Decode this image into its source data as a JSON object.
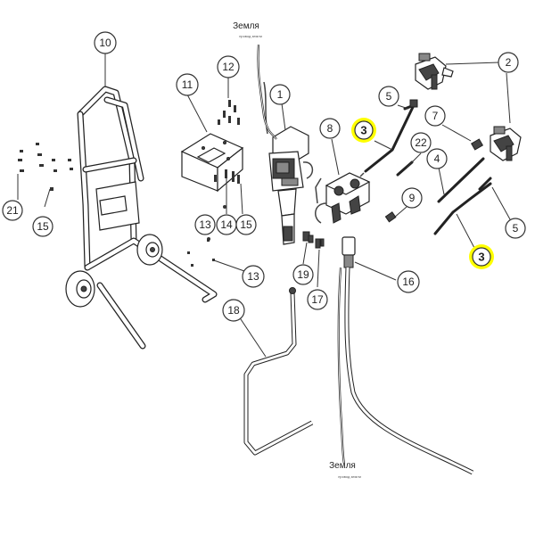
{
  "ground_labels": {
    "top": {
      "text": "Земля",
      "subtext": "провод земли"
    },
    "bottom": {
      "text": "Земля",
      "subtext": "провод земли"
    }
  },
  "callouts": [
    {
      "id": "c1",
      "label": "1",
      "highlight": false
    },
    {
      "id": "c2",
      "label": "2",
      "highlight": false
    },
    {
      "id": "c3a",
      "label": "3",
      "highlight": true
    },
    {
      "id": "c3b",
      "label": "3",
      "highlight": true
    },
    {
      "id": "c4",
      "label": "4",
      "highlight": false
    },
    {
      "id": "c5a",
      "label": "5",
      "highlight": false
    },
    {
      "id": "c5b",
      "label": "5",
      "highlight": false
    },
    {
      "id": "c7",
      "label": "7",
      "highlight": false
    },
    {
      "id": "c8",
      "label": "8",
      "highlight": false
    },
    {
      "id": "c9",
      "label": "9",
      "highlight": false
    },
    {
      "id": "c10",
      "label": "10",
      "highlight": false
    },
    {
      "id": "c11",
      "label": "11",
      "highlight": false
    },
    {
      "id": "c12",
      "label": "12",
      "highlight": false
    },
    {
      "id": "c13a",
      "label": "13",
      "highlight": false
    },
    {
      "id": "c13b",
      "label": "13",
      "highlight": false
    },
    {
      "id": "c14",
      "label": "14",
      "highlight": false
    },
    {
      "id": "c15a",
      "label": "15",
      "highlight": false
    },
    {
      "id": "c15b",
      "label": "15",
      "highlight": false
    },
    {
      "id": "c16",
      "label": "16",
      "highlight": false
    },
    {
      "id": "c17",
      "label": "17",
      "highlight": false
    },
    {
      "id": "c18",
      "label": "18",
      "highlight": false
    },
    {
      "id": "c19",
      "label": "19",
      "highlight": false
    },
    {
      "id": "c21",
      "label": "21",
      "highlight": false
    },
    {
      "id": "c22",
      "label": "22",
      "highlight": false
    }
  ],
  "colors": {
    "line": "#222222",
    "highlight": "#ffff00",
    "background": "#ffffff"
  }
}
